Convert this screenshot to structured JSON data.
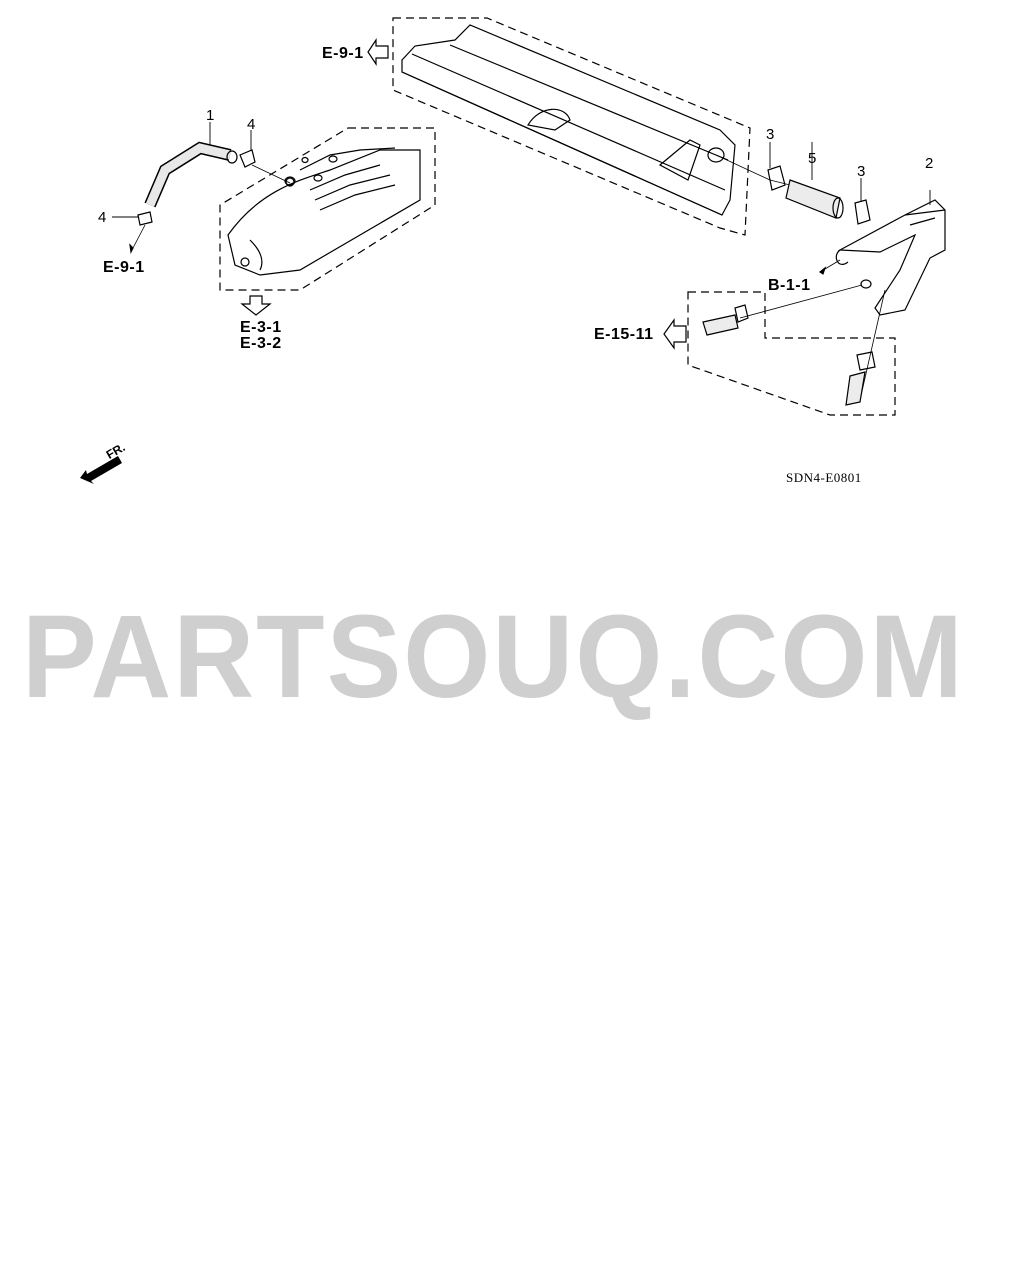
{
  "diagram": {
    "diagram_code": "SDN4-E0801",
    "front_indicator": "FR.",
    "callouts": [
      {
        "id": "callout-1",
        "label": "1",
        "part": "hose"
      },
      {
        "id": "callout-2",
        "label": "2",
        "part": "pipe"
      },
      {
        "id": "callout-3a",
        "label": "3",
        "part": "clamp"
      },
      {
        "id": "callout-3b",
        "label": "3",
        "part": "clamp"
      },
      {
        "id": "callout-4a",
        "label": "4",
        "part": "clamp"
      },
      {
        "id": "callout-4b",
        "label": "4",
        "part": "clamp"
      },
      {
        "id": "callout-5",
        "label": "5",
        "part": "hose"
      }
    ],
    "references": {
      "top_cover": "E-9-1",
      "left_hose": "E-9-1",
      "intake_manifold_1": "E-3-1",
      "intake_manifold_2": "E-3-2",
      "pipe_connection": "B-1-1",
      "lower_box": "E-15-11"
    }
  },
  "watermark": {
    "text": "PARTSOUQ.COM",
    "color": "#cfcfcf"
  }
}
